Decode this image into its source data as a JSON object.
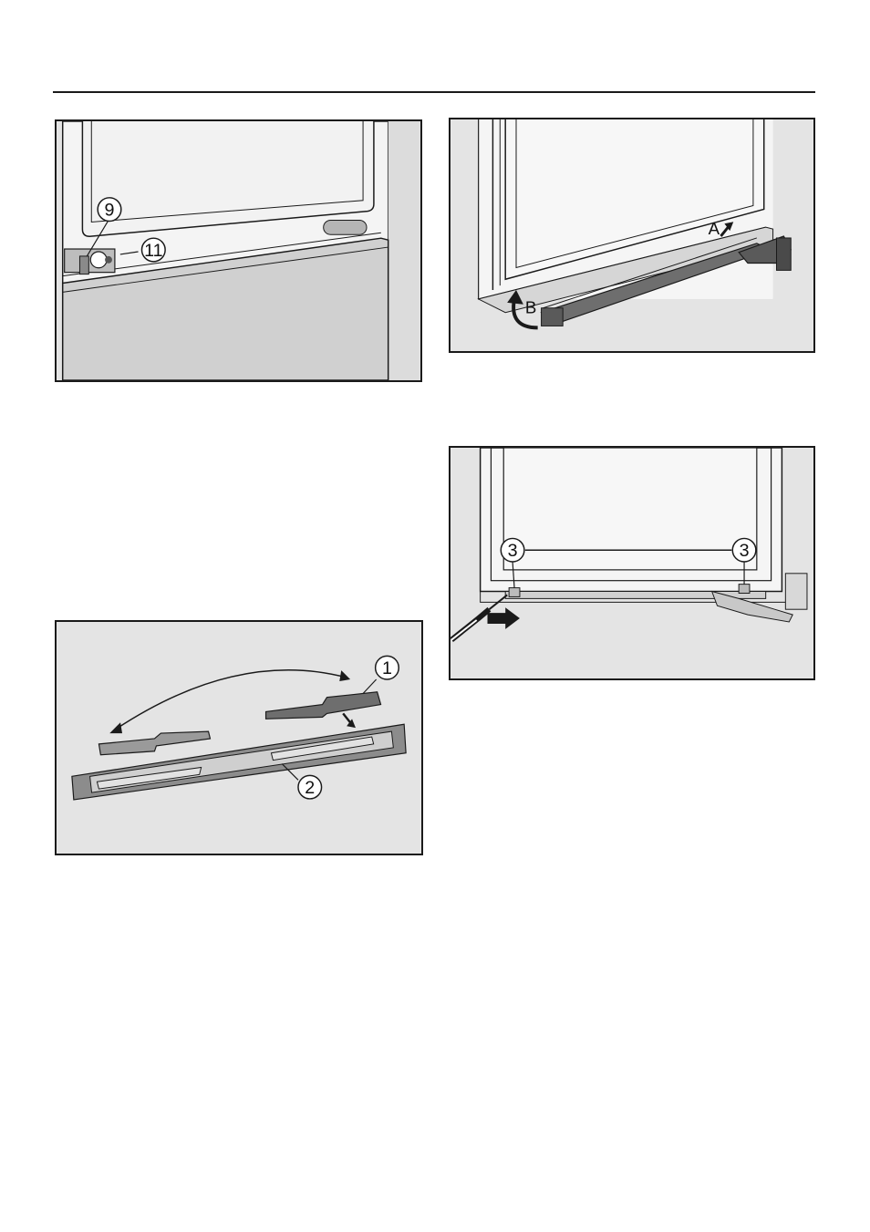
{
  "figures": {
    "fig_hinge": {
      "callouts": [
        "9",
        "11"
      ]
    },
    "fig_bracket": {
      "letters": [
        "A",
        "B"
      ]
    },
    "fig_slide": {
      "callouts": [
        "1",
        "2"
      ]
    },
    "fig_screws": {
      "callouts": [
        "3",
        "3"
      ]
    }
  },
  "colors": {
    "line": "#1a1a1a",
    "panel": "#e6e6e6",
    "part_dark": "#6e6e6e",
    "part_mid": "#9a9a9a"
  }
}
